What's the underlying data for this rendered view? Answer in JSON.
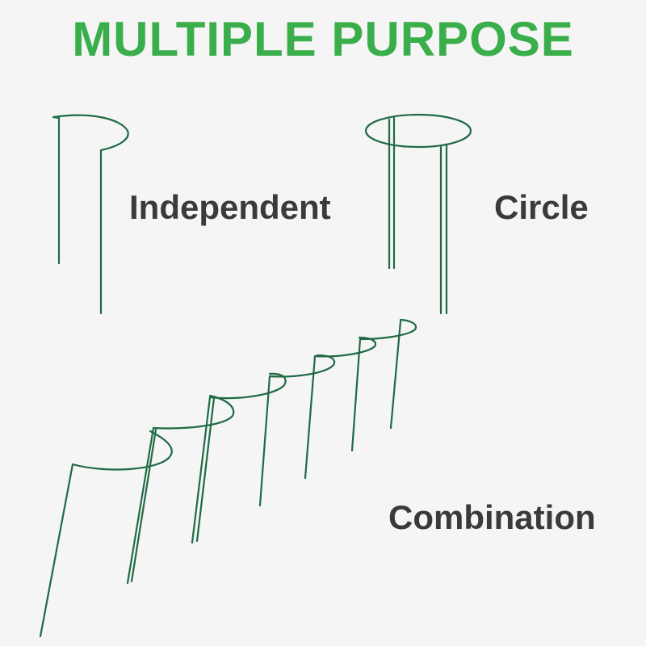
{
  "title": "MULTIPLE PURPOSE",
  "labels": {
    "independent": "Independent",
    "circle": "Circle",
    "combination": "Combination"
  },
  "colors": {
    "title": "#3aae4b",
    "label": "#3a3a3a",
    "stake": "#1f6b45",
    "background": "#f5f5f5"
  }
}
